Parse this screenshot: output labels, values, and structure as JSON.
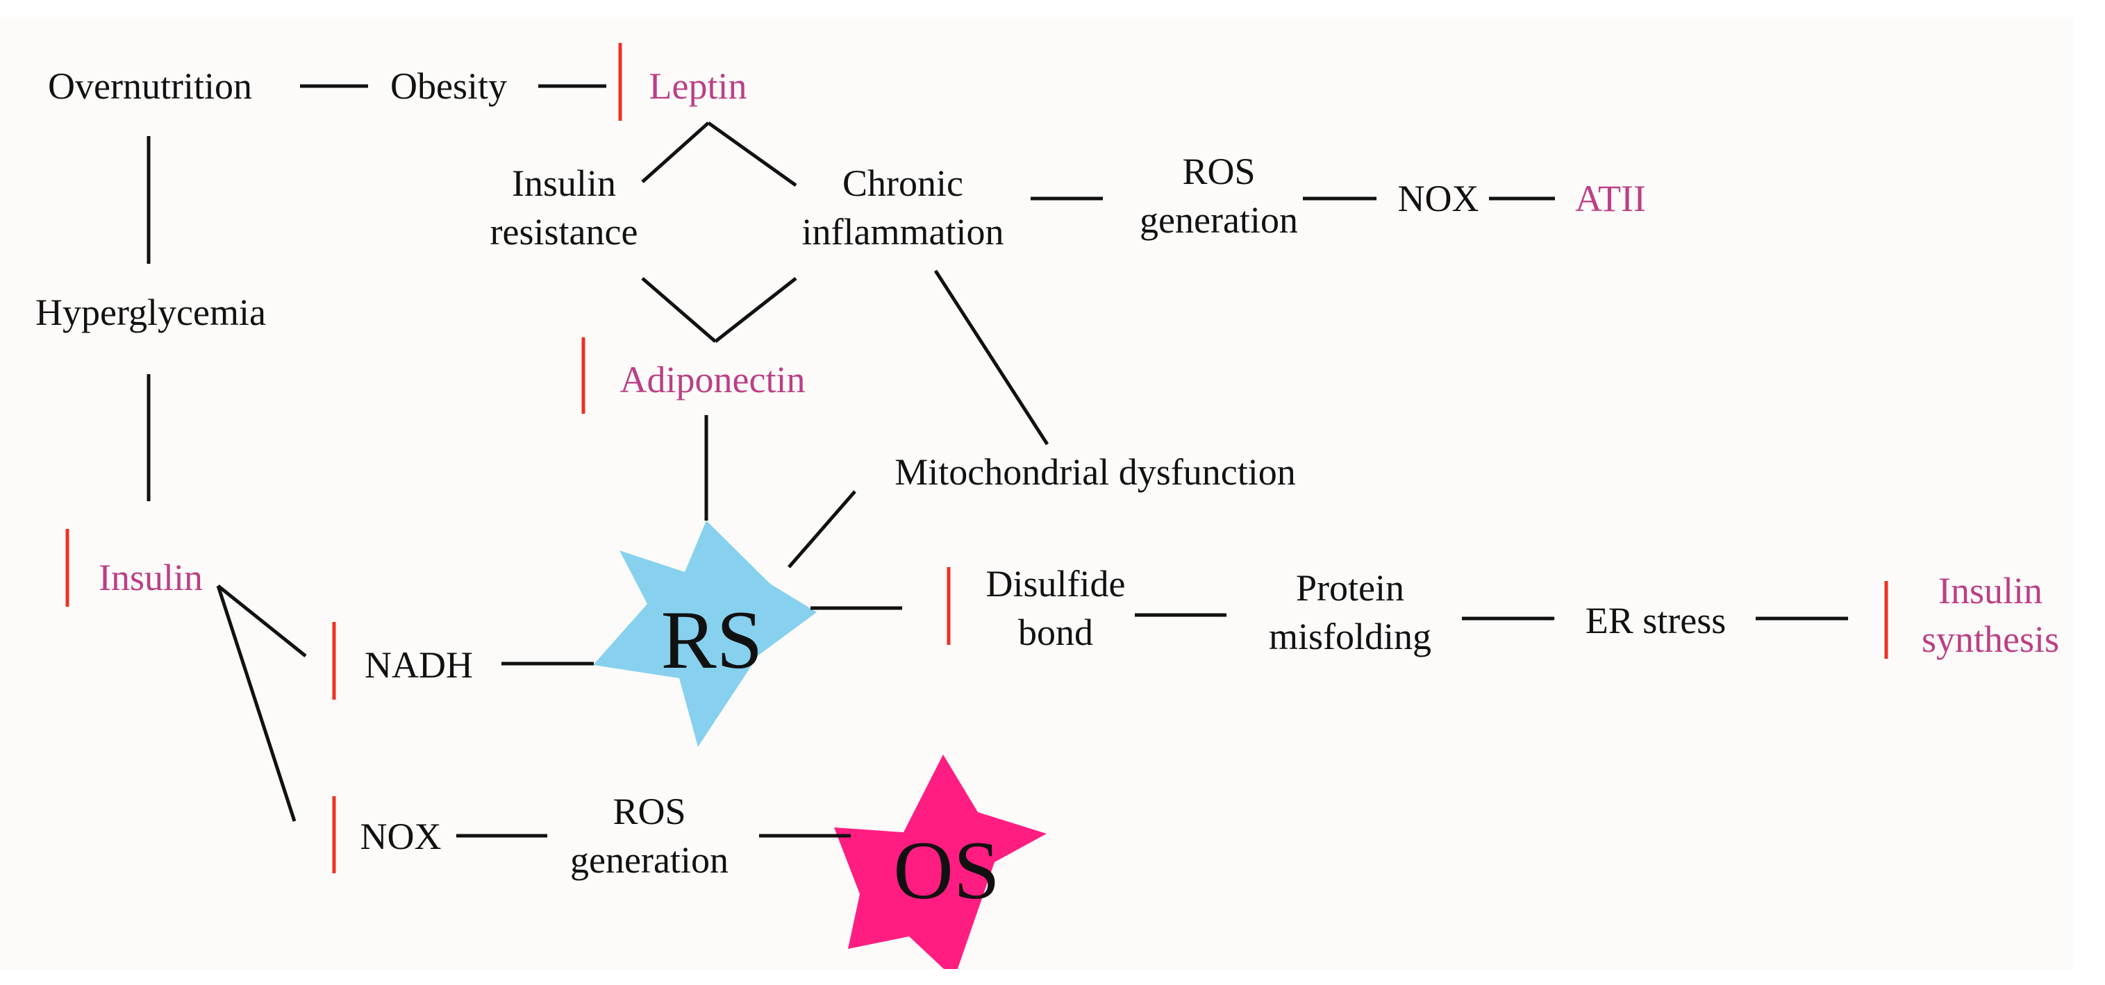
{
  "colors": {
    "background": "#fcfbf9",
    "text": "#111111",
    "magenta_text": "#bb3f86",
    "arrow": "#111111",
    "indicator_arrow": "#ee3124",
    "rs_burst": "#87d1ee",
    "os_burst": "#ff1d82"
  },
  "nodes": {
    "overnutrition": "Overnutrition",
    "obesity": "Obesity",
    "leptin": "Leptin",
    "insulin_resistance": "Insulin\nresistance",
    "chronic_inflammation": "Chronic\ninflammation",
    "ros_generation_top": "ROS\ngeneration",
    "nox_top": "NOX",
    "atii": "ATII",
    "hyperglycemia": "Hyperglycemia",
    "adiponectin": "Adiponectin",
    "mitochondrial_dysfunction": "Mitochondrial dysfunction",
    "insulin": "Insulin",
    "nadh": "NADH",
    "rs": "RS",
    "disulfide_bond": "Disulfide\nbond",
    "protein_misfolding": "Protein\nmisfolding",
    "er_stress": "ER stress",
    "insulin_synthesis": "Insulin\nsynthesis",
    "nox_bottom": "NOX",
    "ros_generation_bottom": "ROS\ngeneration",
    "os": "OS"
  },
  "indicators": [
    {
      "node": "leptin",
      "direction": "up"
    },
    {
      "node": "adiponectin",
      "direction": "down"
    },
    {
      "node": "insulin",
      "direction": "up"
    },
    {
      "node": "nadh",
      "direction": "up"
    },
    {
      "node": "disulfide_bond",
      "direction": "down"
    },
    {
      "node": "insulin_synthesis",
      "direction": "down"
    },
    {
      "node": "nox_bottom",
      "direction": "up"
    }
  ]
}
